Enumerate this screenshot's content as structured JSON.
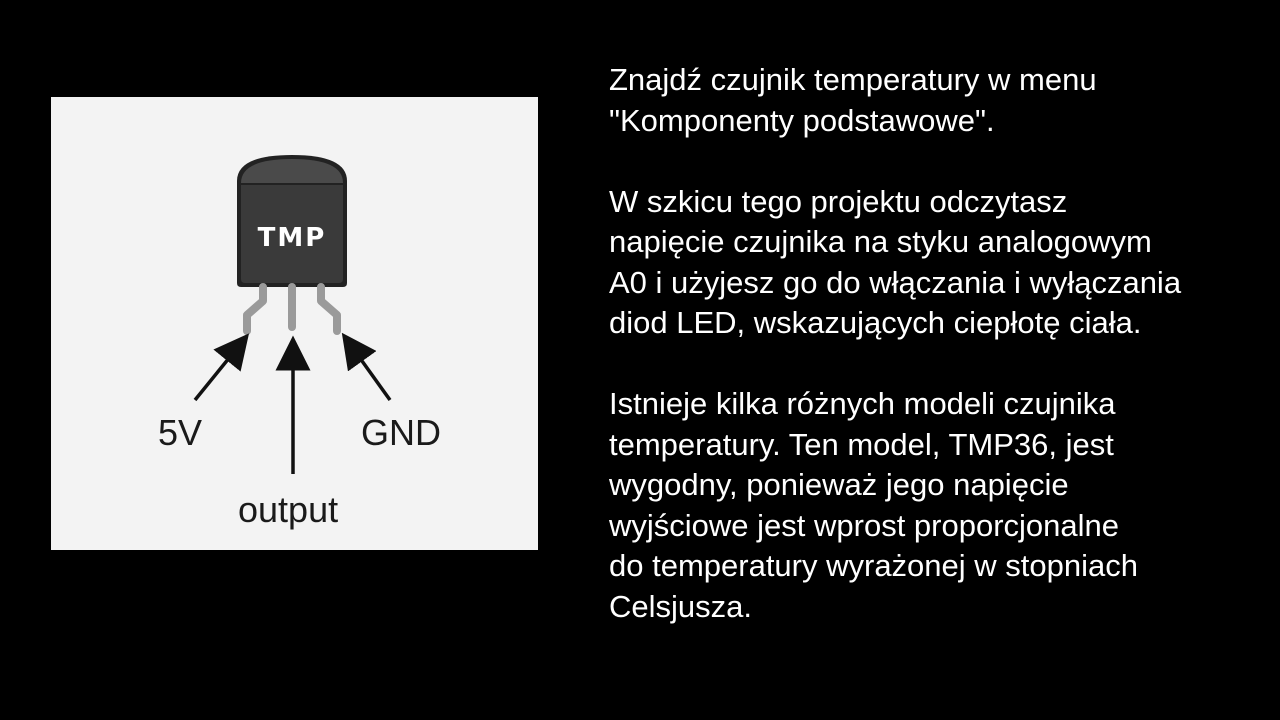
{
  "figure": {
    "chip_label": "TMP",
    "pins": {
      "left": "5V",
      "middle": "output",
      "right": "GND"
    },
    "colors": {
      "panel": "#f3f3f3",
      "chip_body": "#3a3a3a",
      "chip_cap": "#4a4a4a",
      "leads": "#9a9a9a",
      "arrows": "#111111"
    }
  },
  "text": {
    "paragraphs": [
      {
        "lines": [
          "Znajdź czujnik temperatury w menu",
          "\"Komponenty podstawowe\"."
        ]
      },
      {
        "lines": [
          "W szkicu tego projektu odczytasz",
          "napięcie czujnika na styku analogowym",
          "A0 i użyjesz go do włączania i wyłączania",
          "diod LED, wskazujących ciepłotę ciała."
        ]
      },
      {
        "lines": [
          "Istnieje kilka różnych modeli czujnika",
          "temperatury. Ten model, TMP36, jest",
          "wygodny, ponieważ jego napięcie",
          "wyjściowe jest wprost proporcjonalne",
          "do temperatury wyrażonej w stopniach",
          "Celsjusza."
        ]
      }
    ]
  }
}
